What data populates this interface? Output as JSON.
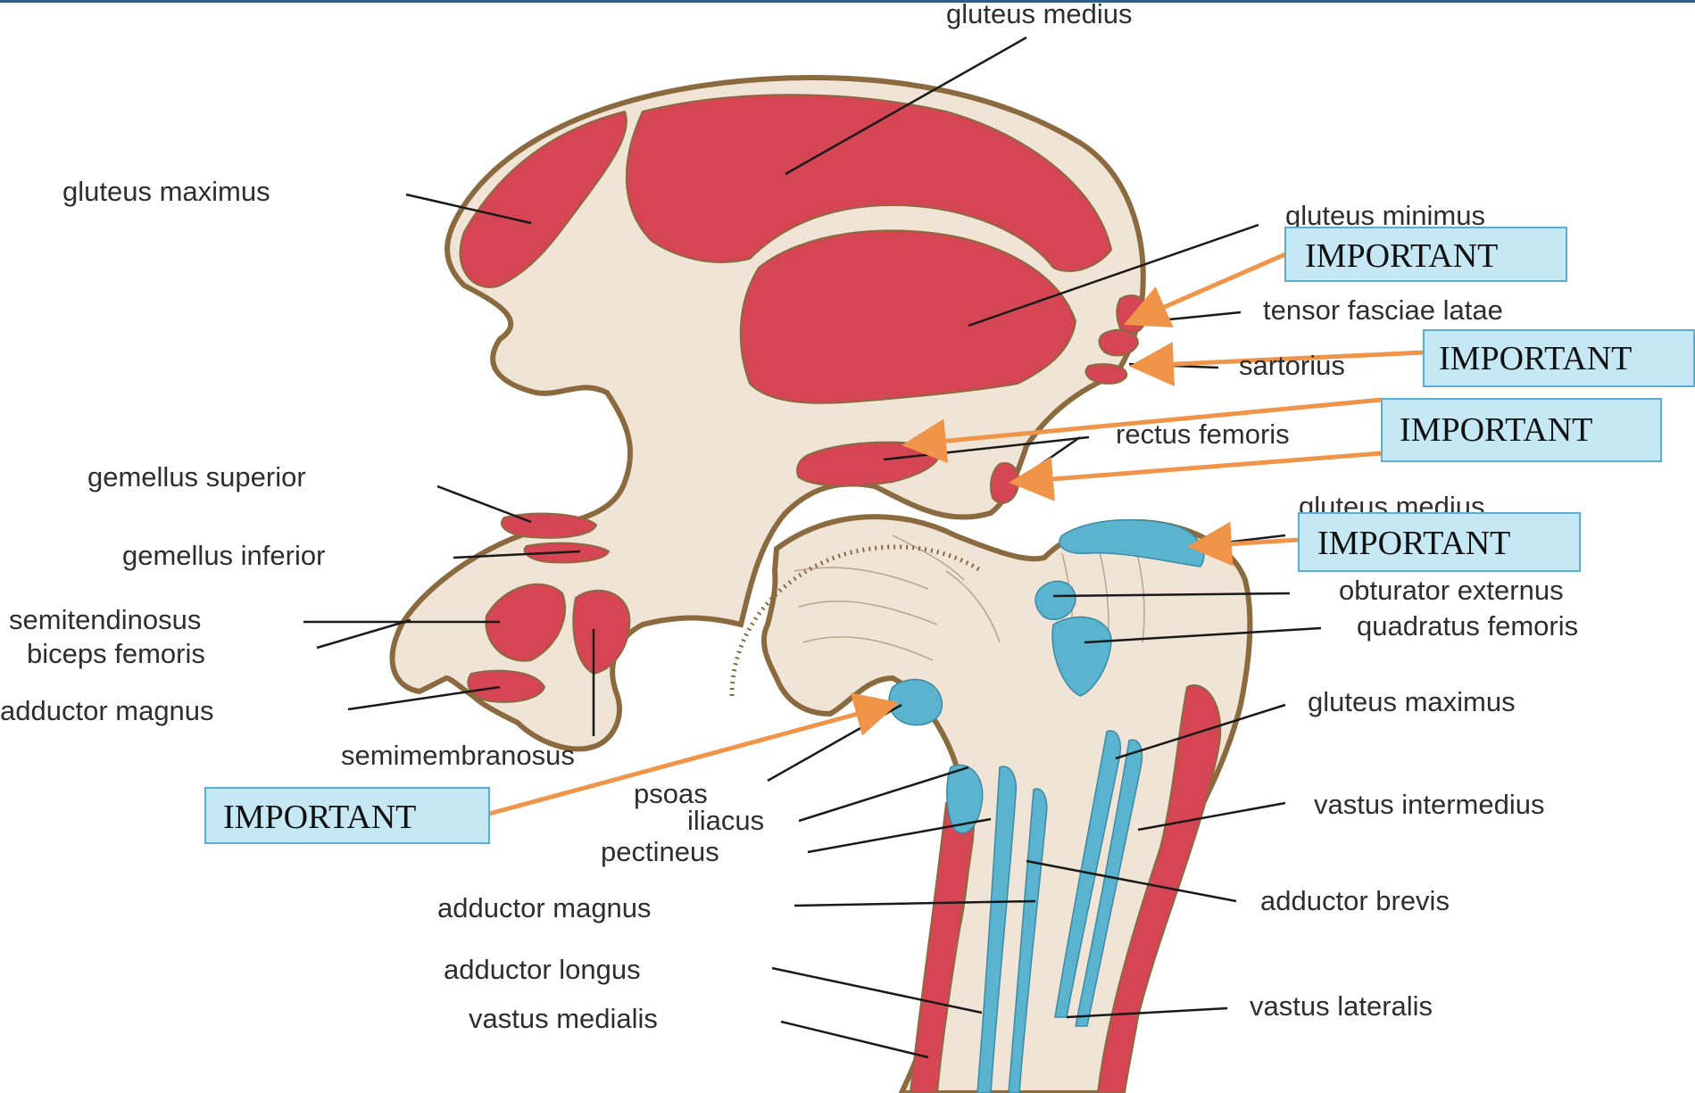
{
  "colors": {
    "muscle_origin": "#d64553",
    "muscle_insertion": "#5ab3cf",
    "bone": "#efe4d6",
    "bone_outline": "#8b6a3f",
    "leader_line": "#1a1a1a",
    "callout_arrow": "#f0944a",
    "callout_fill": "#c5e8f4",
    "callout_border": "#5aaed3",
    "top_bar": "#2f5d8a"
  },
  "labels": {
    "gluteus_medius_top": "gluteus medius",
    "gluteus_maximus_left": "gluteus maximus",
    "gluteus_minimus": "gluteus minimus",
    "tensor_fasciae_latae": "tensor fasciae latae",
    "sartorius": "sartorius",
    "rectus_femoris": "rectus femoris",
    "gemellus_superior": "gemellus superior",
    "gemellus_inferior": "gemellus inferior",
    "semitendinosus": "semitendinosus",
    "biceps_femoris": "biceps femoris",
    "adductor_magnus_left": "adductor magnus",
    "semimembranosus": "semimembranosus",
    "gluteus_medius_right": "gluteus medius",
    "obturator_externus": "obturator externus",
    "quadratus_femoris": "quadratus femoris",
    "gluteus_maximus_right": "gluteus maximus",
    "vastus_intermedius": "vastus intermedius",
    "adductor_brevis": "adductor brevis",
    "vastus_lateralis": "vastus lateralis",
    "psoas": "psoas",
    "iliacus": "iliacus",
    "pectineus": "pectineus",
    "adductor_magnus_bottom": "adductor magnus",
    "adductor_longus": "adductor longus",
    "vastus_medialis": "vastus medialis"
  },
  "callouts": [
    "IMPORTANT",
    "IMPORTANT",
    "IMPORTANT",
    "IMPORTANT",
    "IMPORTANT"
  ]
}
